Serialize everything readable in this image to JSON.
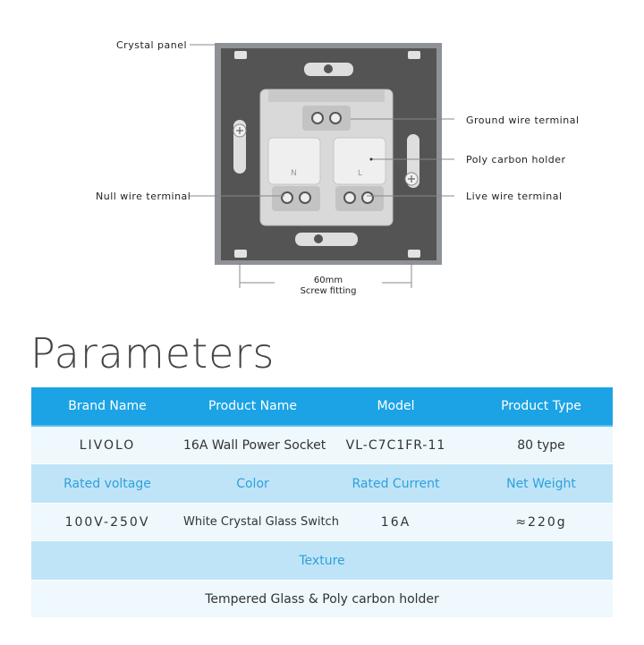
{
  "diagram": {
    "labels": {
      "crystal_panel": "Crystal panel",
      "ground": "Ground wire terminal",
      "poly": "Poly carbon holder",
      "null": "Null wire terminal",
      "live": "Live wire terminal",
      "n_mark": "N",
      "l_mark": "L",
      "dim_value": "60mm",
      "dim_caption": "Screw fitting"
    }
  },
  "heading": "Parameters",
  "table": {
    "header": [
      "Brand Name",
      "Product Name",
      "Model",
      "Product Type"
    ],
    "row1": [
      "LIVOLO",
      "16A Wall Power Socket",
      "VL-C7C1FR-11",
      "80 type"
    ],
    "sub2": [
      "Rated voltage",
      "Color",
      "Rated Current",
      "Net Weight"
    ],
    "row2": [
      "100V-250V",
      "White Crystal Glass Switch",
      "16A",
      "≈220g"
    ],
    "sub3": "Texture",
    "row3": "Tempered Glass & Poly carbon holder"
  }
}
